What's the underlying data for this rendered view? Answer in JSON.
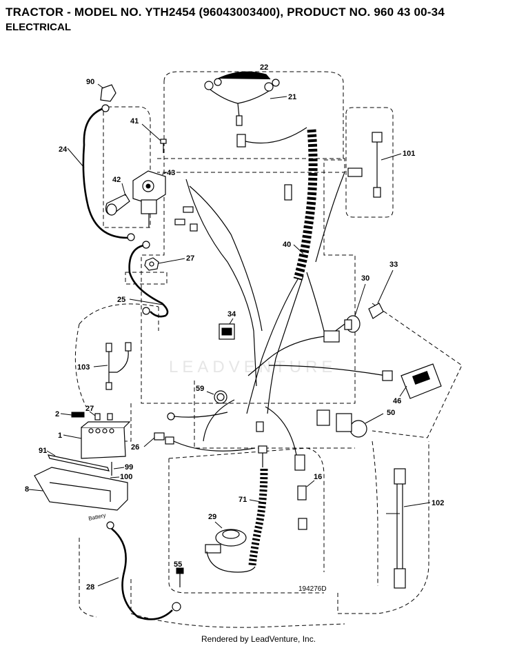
{
  "header": {
    "title": "TRACTOR - MODEL NO. YTH2454 (96043003400), PRODUCT NO. 960 43 00-34",
    "subtitle": "ELECTRICAL"
  },
  "watermark": "LEADVENTURE",
  "figure_number": "194276D",
  "footer": "Rendered by LeadVenture, Inc.",
  "callouts": {
    "c90": "90",
    "c24": "24",
    "c41": "41",
    "c42": "42",
    "c43": "43",
    "c27a": "27",
    "c25": "25",
    "c22": "22",
    "c21": "21",
    "c101": "101",
    "c40": "40",
    "c33": "33",
    "c30": "30",
    "c34": "34",
    "c103": "103",
    "c59": "59",
    "c46": "46",
    "c2": "2",
    "c27b": "27",
    "c1": "1",
    "c91": "91",
    "c99": "99",
    "c100": "100",
    "c8": "8",
    "c26": "26",
    "c50": "50",
    "c16": "16",
    "c71": "71",
    "c29": "29",
    "c102": "102",
    "c55": "55",
    "c28": "28"
  },
  "battery_label": "Battery"
}
